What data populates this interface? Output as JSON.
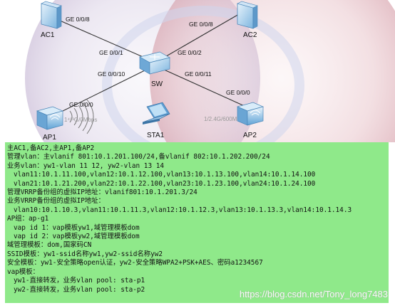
{
  "topology": {
    "devices": {
      "ac1": "AC1",
      "ac2": "AC2",
      "sw": "SW",
      "ap1": "AP1",
      "ap2": "AP2",
      "sta1": "STA1"
    },
    "ports": {
      "ac1_port": "GE 0/0/8",
      "ac2_port": "GE 0/0/8",
      "sw_to_ac1": "GE 0/0/1",
      "sw_to_ac2": "GE 0/0/2",
      "sw_to_ap1": "GE 0/0/10",
      "sw_to_ap2": "GE 0/0/11",
      "ap1_port": "GE 0/0/0",
      "ap2_port": "GE 0/0/0"
    },
    "radio_ap1": "1⁴⁵³G/0Mbps",
    "radio_ap2": "1/2.4G/600M"
  },
  "config_lines": [
    {
      "text": "主AC1,备AC2,主AP1,备AP2",
      "indent": false
    },
    {
      "text": "管理vlan：主vlanif 801:10.1.201.100/24,备vlanif 802:10.1.202.200/24",
      "indent": false
    },
    {
      "text": "业务vlan：yw1-vlan 11 12, yw2-vlan 13 14",
      "indent": false
    },
    {
      "text": "vlan11:10.1.11.100,vlan12:10.1.12.100,vlan13:10.1.13.100,vlan14:10.1.14.100",
      "indent": true
    },
    {
      "text": "vlan21:10.1.21.200,vlan22:10.1.22.100,vlan23:10.1.23.100,vlan24:10.1.24.100",
      "indent": true
    },
    {
      "text": "管理VRRP备份组的虚拟IP地址：vlanif801:10.1.201.3/24",
      "indent": false
    },
    {
      "text": "业务VRRP备份组的虚拟IP地址：",
      "indent": false
    },
    {
      "text": "vlan10:10.1.10.3,vlan11:10.1.11.3,vlan12:10.1.12.3,vlan13:10.1.13.3,vlan14:10.1.14.3",
      "indent": true
    },
    {
      "text": "AP组：ap-g1",
      "indent": false
    },
    {
      "text": "vap id 1：vap模板yw1,域管理模板dom",
      "indent": true
    },
    {
      "text": "vap id 2：vap模板yw2,域管理模板dom",
      "indent": true
    },
    {
      "text": "域管理模板：dom,国家码CN",
      "indent": false
    },
    {
      "text": "SSID模板：yw1-ssid名称yw1,yw2-ssid名称yw2",
      "indent": false
    },
    {
      "text": "安全模板：yw1-安全策略open认证，yw2-安全策略WPA2+PSK+AES、密码a1234567",
      "indent": false
    },
    {
      "text": "vap模板：",
      "indent": false
    },
    {
      "text": "yw1-直接转发，业务vlan pool: sta-p1",
      "indent": true
    },
    {
      "text": "yw2-直接转发，业务vlan pool: sta-p2",
      "indent": true
    }
  ],
  "watermark": "https://blog.csdn.net/Tony_long7483"
}
